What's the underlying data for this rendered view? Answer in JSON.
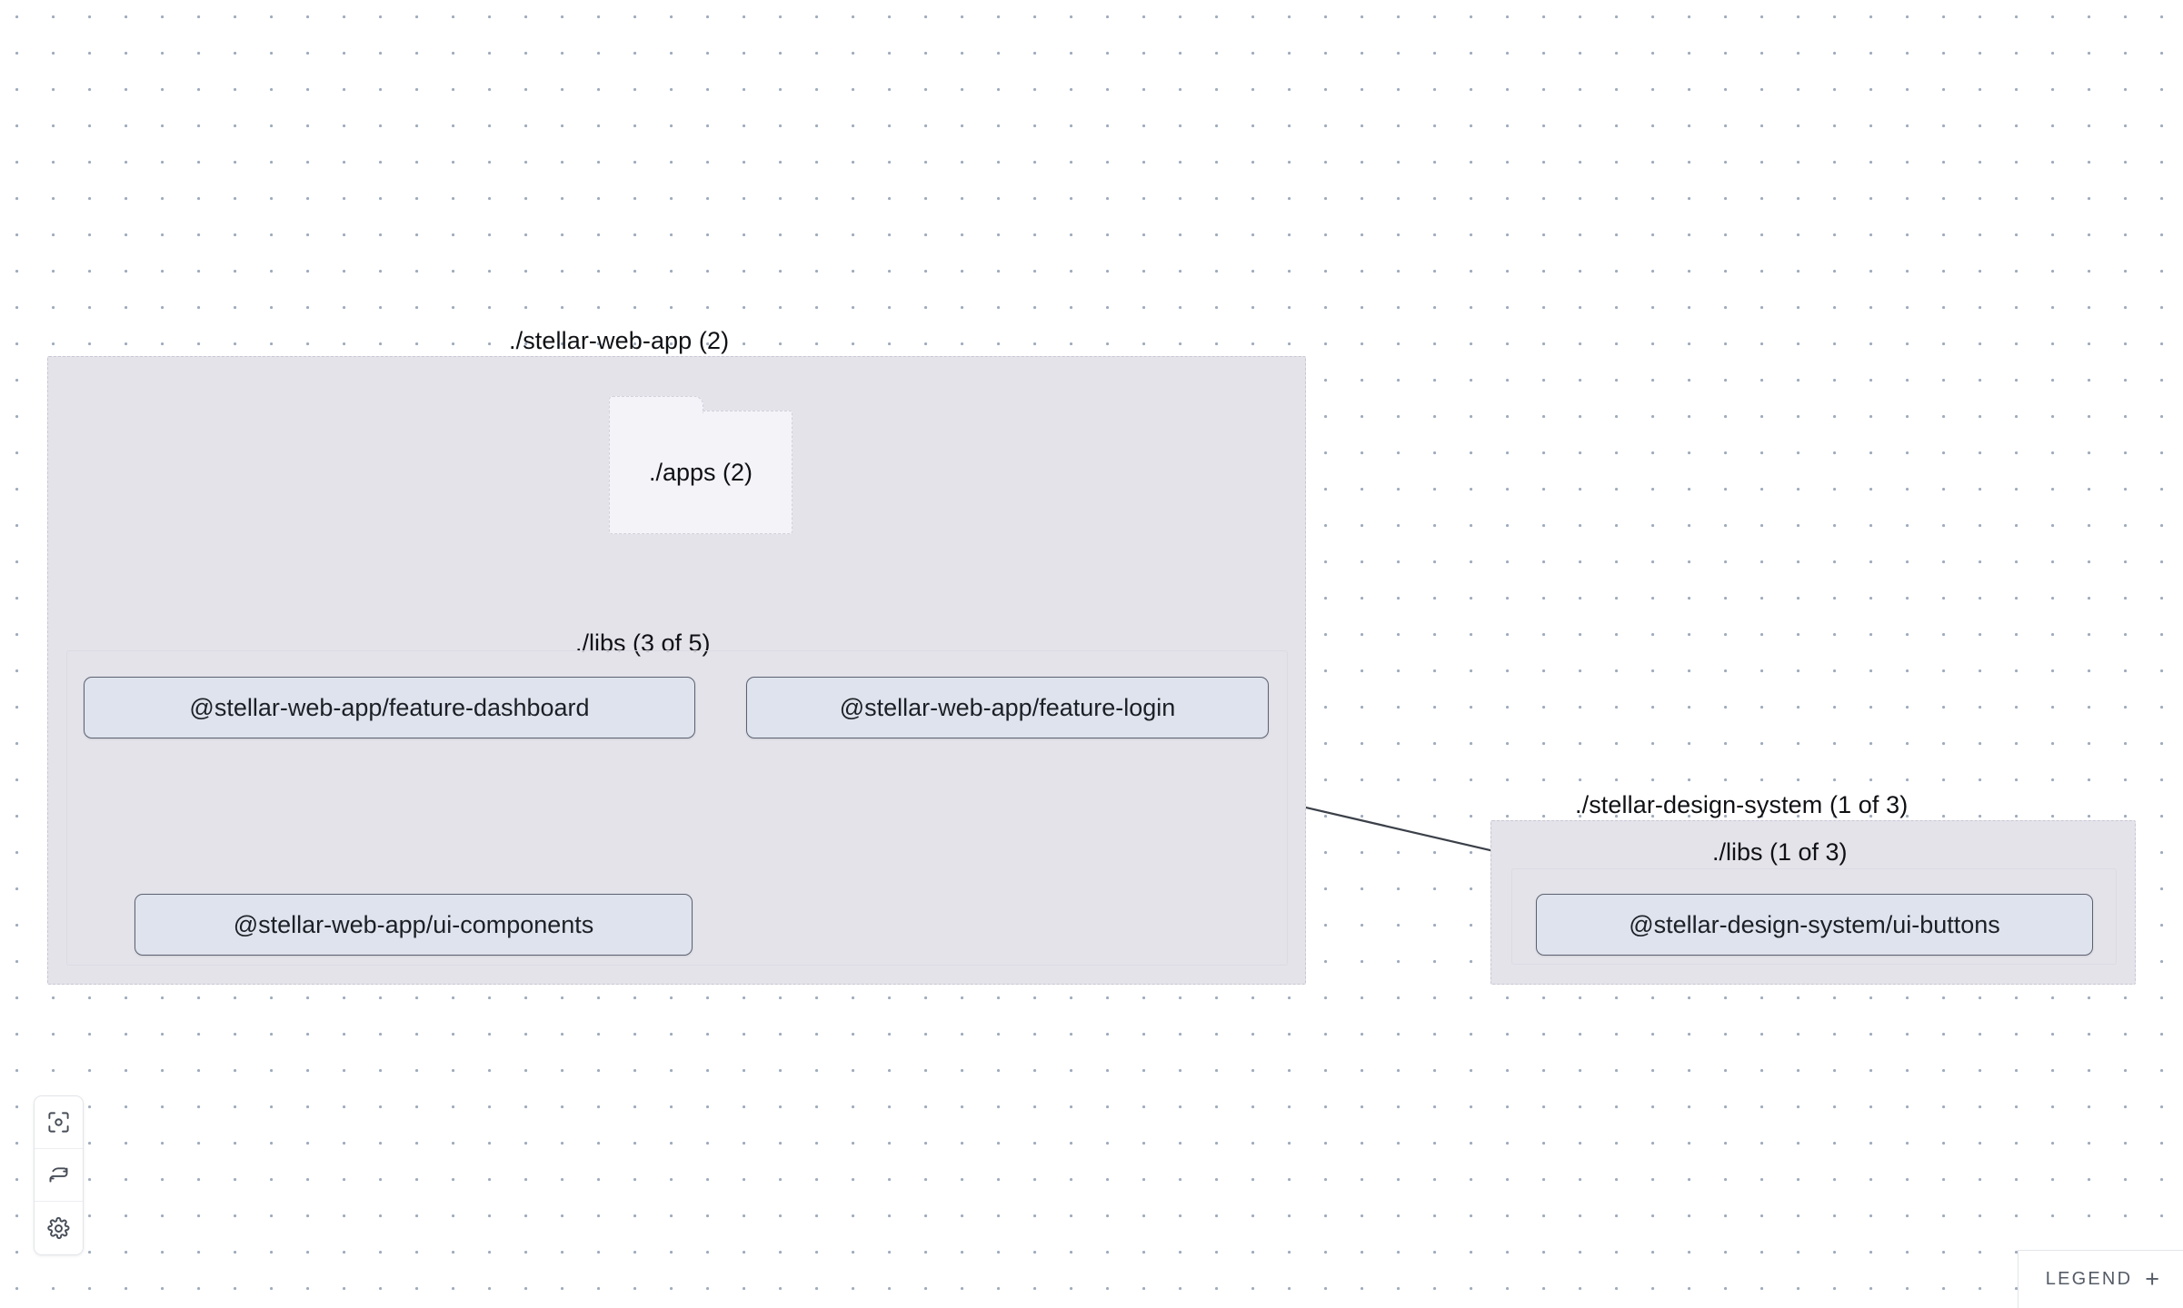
{
  "canvas": {
    "background_color": "#ffffff",
    "dot_color": "#9facbd",
    "group_fill": "#e4e3ea",
    "node_fill": "#dfe3ed",
    "node_border": "#5b6270",
    "edge_color": "#4a4f58"
  },
  "groups": [
    {
      "id": "stellar-web-app",
      "label": "./stellar-web-app (2)",
      "subgroup": {
        "id": "web-app-libs",
        "label": "./libs (3 of 5)"
      }
    },
    {
      "id": "stellar-design-system",
      "label": "./stellar-design-system (1 of 3)",
      "subgroup": {
        "id": "design-system-libs",
        "label": "./libs (1 of 3)"
      }
    }
  ],
  "folders": [
    {
      "id": "apps",
      "label": "./apps (2)"
    }
  ],
  "nodes": [
    {
      "id": "feature-dashboard",
      "label": "@stellar-web-app/feature-dashboard"
    },
    {
      "id": "feature-login",
      "label": "@stellar-web-app/feature-login"
    },
    {
      "id": "ui-components",
      "label": "@stellar-web-app/ui-components"
    },
    {
      "id": "ui-buttons",
      "label": "@stellar-design-system/ui-buttons"
    }
  ],
  "edges": [
    {
      "from": "apps",
      "to": "feature-dashboard",
      "style": "dashed"
    },
    {
      "from": "apps",
      "to": "feature-login",
      "style": "dashed"
    },
    {
      "from": "feature-dashboard",
      "to": "ui-components",
      "style": "solid"
    },
    {
      "from": "feature-login",
      "to": "ui-components",
      "style": "solid"
    },
    {
      "from": "feature-login",
      "to": "ui-buttons",
      "style": "solid"
    }
  ],
  "toolbar": {
    "buttons": [
      {
        "id": "focus",
        "icon": "focus-target-icon"
      },
      {
        "id": "refresh",
        "icon": "refresh-icon"
      },
      {
        "id": "settings",
        "icon": "gear-icon"
      }
    ]
  },
  "legend": {
    "label": "LEGEND",
    "expand_symbol": "+"
  }
}
